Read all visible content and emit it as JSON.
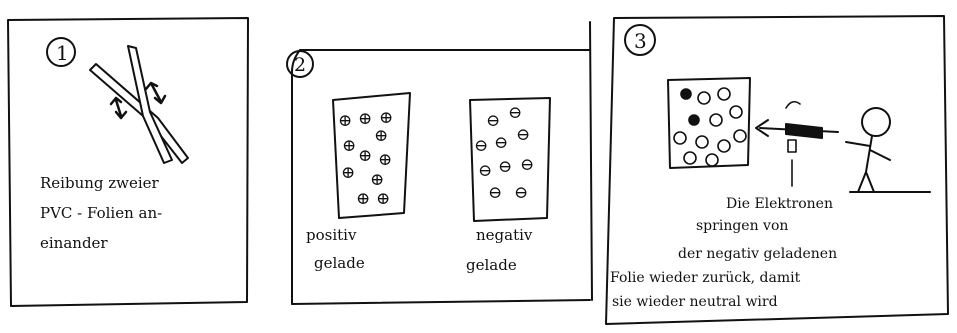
{
  "panels": [
    {
      "number": "1",
      "caption_lines": [
        "Reibung zweier",
        "PVC - Folien an-",
        "einander"
      ]
    },
    {
      "number": "2",
      "left_label_lines": [
        "positiv",
        "gelade"
      ],
      "right_label_lines": [
        "negativ",
        "gelade"
      ],
      "positive_sign": "⊕",
      "negative_sign": "⊖"
    },
    {
      "number": "3",
      "caption_lines": [
        "Die Elektronen",
        "springen von",
        "der negativ geladenen",
        "Folie wieder zurück, damit",
        "sie wieder neutral wird"
      ]
    }
  ]
}
